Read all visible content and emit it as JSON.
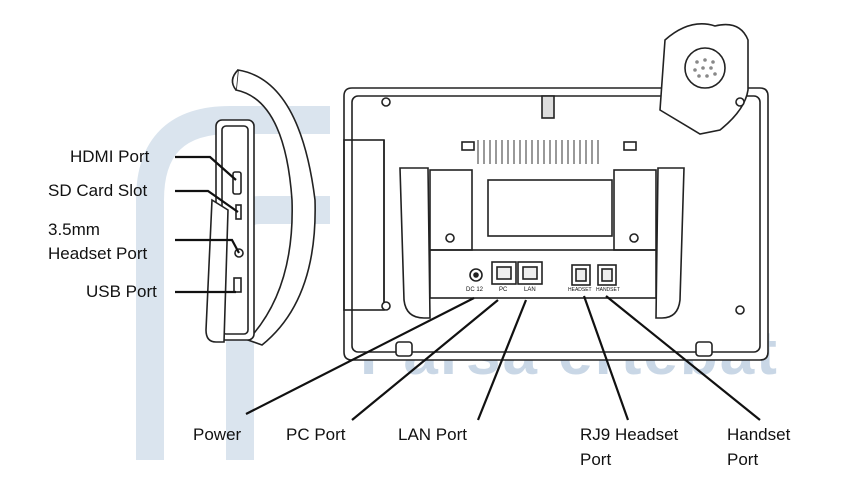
{
  "watermark": {
    "text": "Parsa ertebat",
    "color": "#5884b0"
  },
  "side_labels": {
    "hdmi": "HDMI Port",
    "sd_card": "SD Card Slot",
    "headset_35_line1": "3.5mm",
    "headset_35_line2": "Headset Port",
    "usb": "USB Port"
  },
  "bottom_labels": {
    "power": "Power",
    "pc_port": "PC Port",
    "lan_port": "LAN Port",
    "rj9_line1": "RJ9 Headset",
    "rj9_line2": "Port",
    "handset_line1": "Handset",
    "handset_line2": "Port"
  },
  "port_silkscreen": {
    "dc": "DC 12",
    "pc": "PC",
    "lan": "LAN",
    "headset": "HEADSET",
    "handset": "HANDSET"
  }
}
